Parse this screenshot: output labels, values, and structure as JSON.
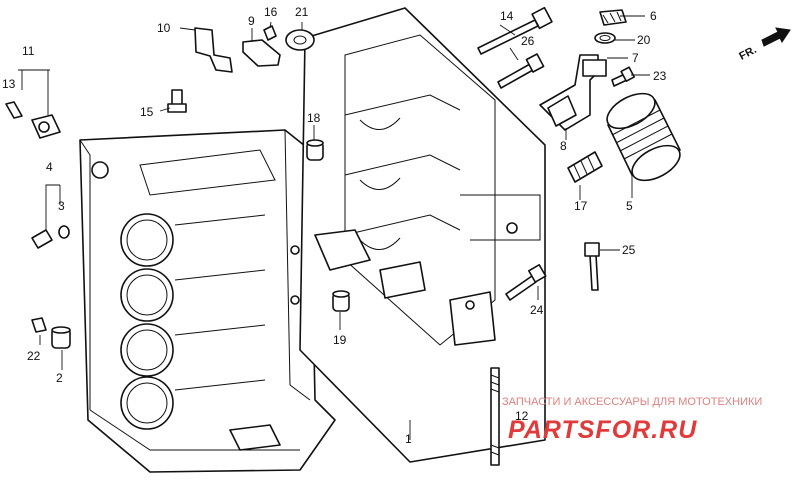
{
  "diagram": {
    "direction_label": "FR.",
    "labels": [
      {
        "id": "1",
        "text": "1"
      },
      {
        "id": "2",
        "text": "2"
      },
      {
        "id": "3",
        "text": "3"
      },
      {
        "id": "4",
        "text": "4"
      },
      {
        "id": "5",
        "text": "5"
      },
      {
        "id": "6",
        "text": "6"
      },
      {
        "id": "7",
        "text": "7"
      },
      {
        "id": "8",
        "text": "8"
      },
      {
        "id": "9",
        "text": "9"
      },
      {
        "id": "10",
        "text": "10"
      },
      {
        "id": "11",
        "text": "11"
      },
      {
        "id": "12",
        "text": "12"
      },
      {
        "id": "13",
        "text": "13"
      },
      {
        "id": "14",
        "text": "14"
      },
      {
        "id": "15",
        "text": "15"
      },
      {
        "id": "16",
        "text": "16"
      },
      {
        "id": "17",
        "text": "17"
      },
      {
        "id": "18",
        "text": "18"
      },
      {
        "id": "19",
        "text": "19"
      },
      {
        "id": "20",
        "text": "20"
      },
      {
        "id": "21",
        "text": "21"
      },
      {
        "id": "22",
        "text": "22"
      },
      {
        "id": "23",
        "text": "23"
      },
      {
        "id": "24",
        "text": "24"
      },
      {
        "id": "25",
        "text": "25"
      },
      {
        "id": "26",
        "text": "26"
      }
    ]
  },
  "watermark": {
    "tagline": "ЗАПЧАСТИ И АКСЕССУАРЫ ДЛЯ МОТОТЕХНИКИ",
    "brand": "PARTSFOR.RU",
    "color": "#e23a3a"
  }
}
